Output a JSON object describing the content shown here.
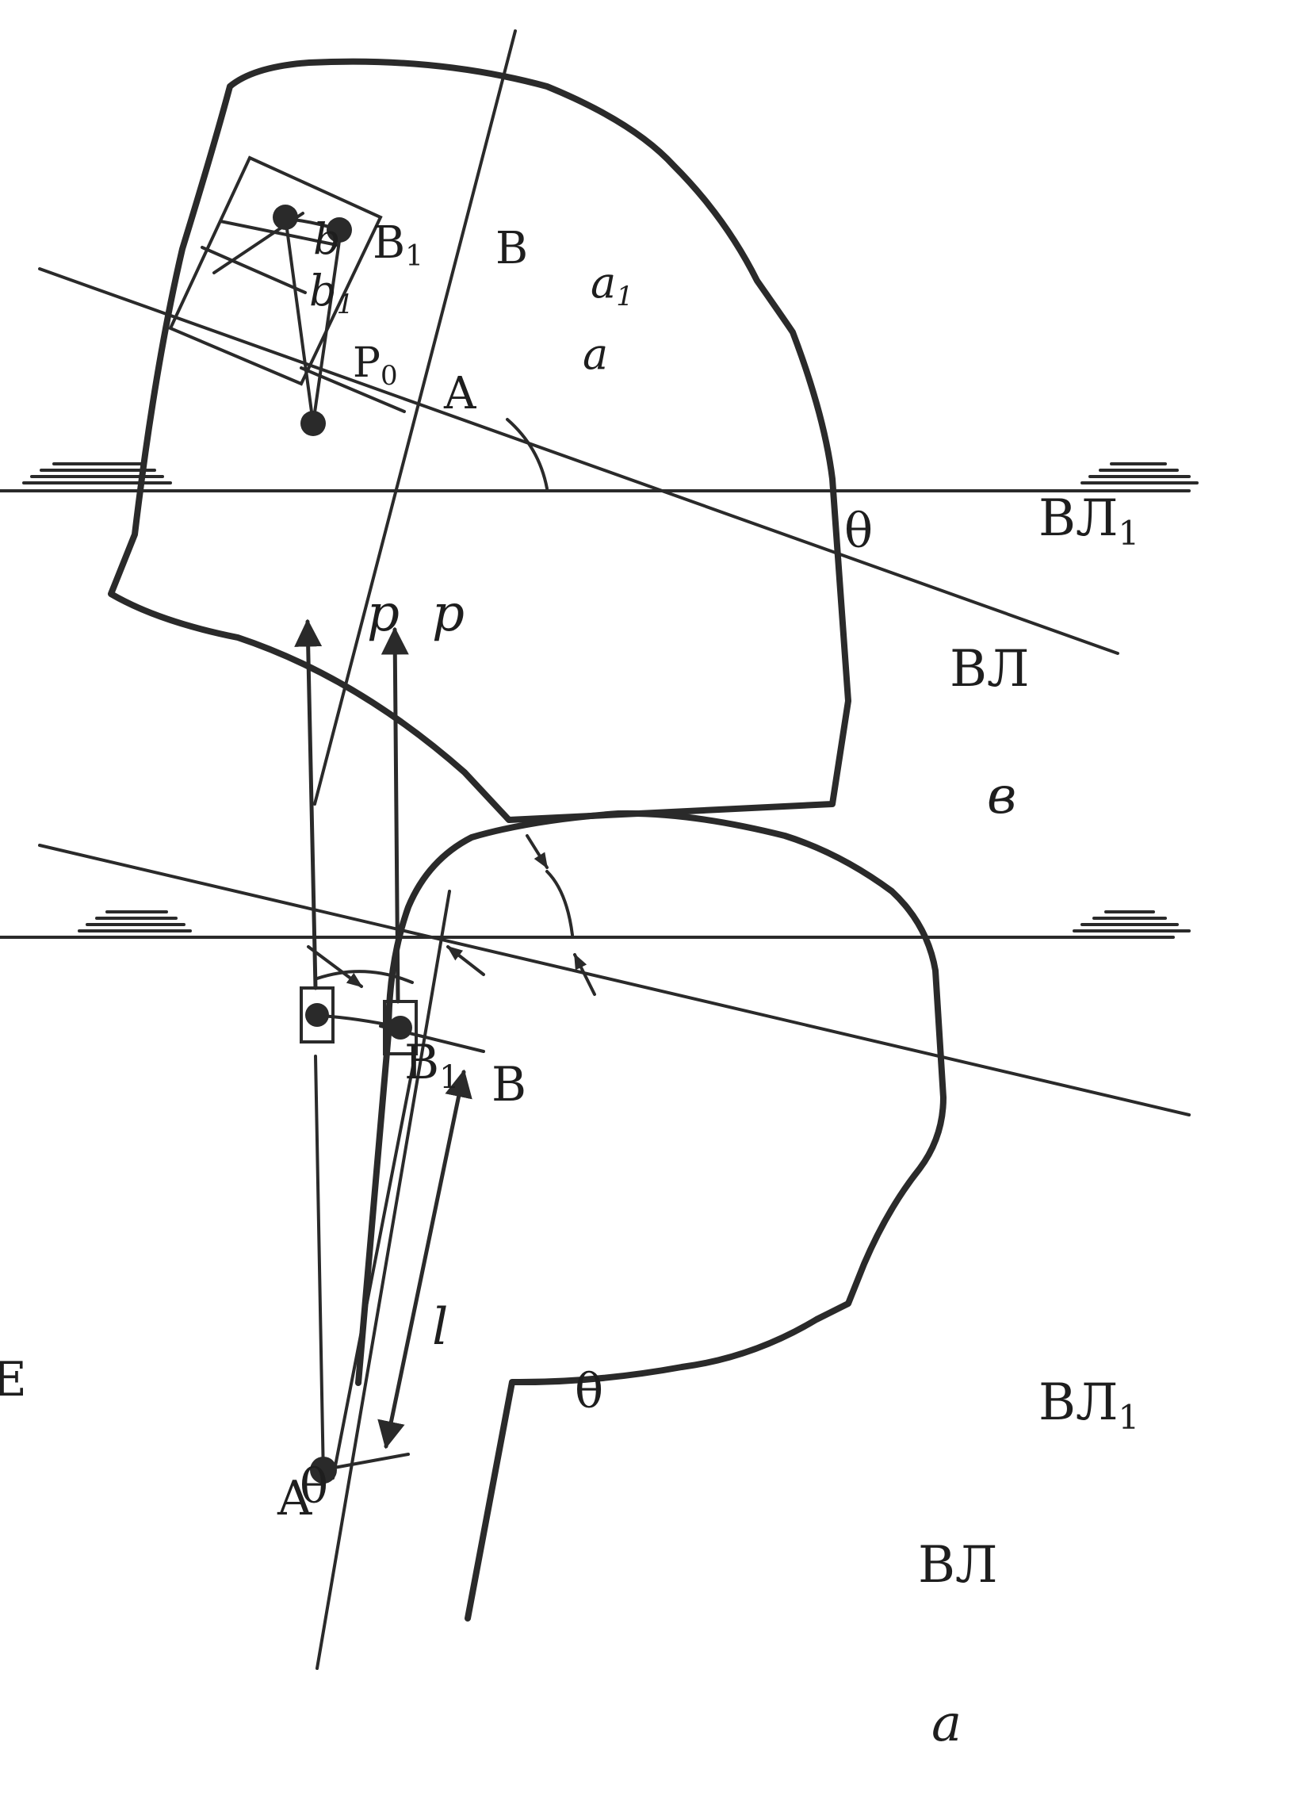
{
  "colors": {
    "ink": "#2a2a2a",
    "background": "#ffffff"
  },
  "diagram_top": {
    "panel_label": "в",
    "labels": {
      "waterline": "ВЛ",
      "waterline_1": "ВЛ",
      "waterline_1_sub": "1",
      "angle": "θ",
      "point_a": "A",
      "point_b": "B",
      "point_b1": "B",
      "point_b1_sub": "1",
      "p0": "P",
      "p0_sub": "0",
      "a": "a",
      "a1": "a",
      "a1_sub": "1",
      "b": "b",
      "b1": "b",
      "b1_sub": "1"
    }
  },
  "diagram_bottom": {
    "panel_label": "а",
    "labels": {
      "waterline": "ВЛ",
      "waterline_1": "ВЛ",
      "waterline_1_sub": "1",
      "angle_right": "θ",
      "angle_bottom": "θ",
      "point_a": "A",
      "point_b": "B",
      "point_b1": "B",
      "point_b1_sub": "1",
      "length": "l",
      "force_1": "p",
      "force_2": "p",
      "clipped_left": "Е"
    }
  }
}
